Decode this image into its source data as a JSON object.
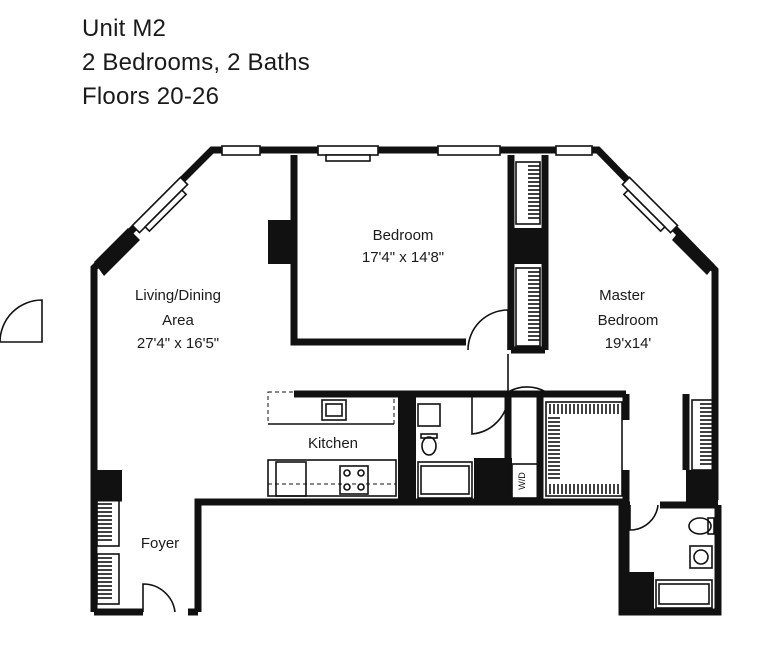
{
  "header": {
    "unit": "Unit M2",
    "layout": "2 Bedrooms, 2 Baths",
    "floors": "Floors 20-26"
  },
  "rooms": {
    "bedroom": {
      "name": "Bedroom",
      "size": "17'4\" x 14'8\""
    },
    "living": {
      "name_line1": "Living/Dining",
      "name_line2": "Area",
      "size": "27'4\" x 16'5\""
    },
    "master": {
      "name_line1": "Master",
      "name_line2": "Bedroom",
      "size": "19'x14'"
    },
    "kitchen": {
      "name": "Kitchen"
    },
    "foyer": {
      "name": "Foyer"
    },
    "laundry": {
      "name": "W/D"
    }
  }
}
